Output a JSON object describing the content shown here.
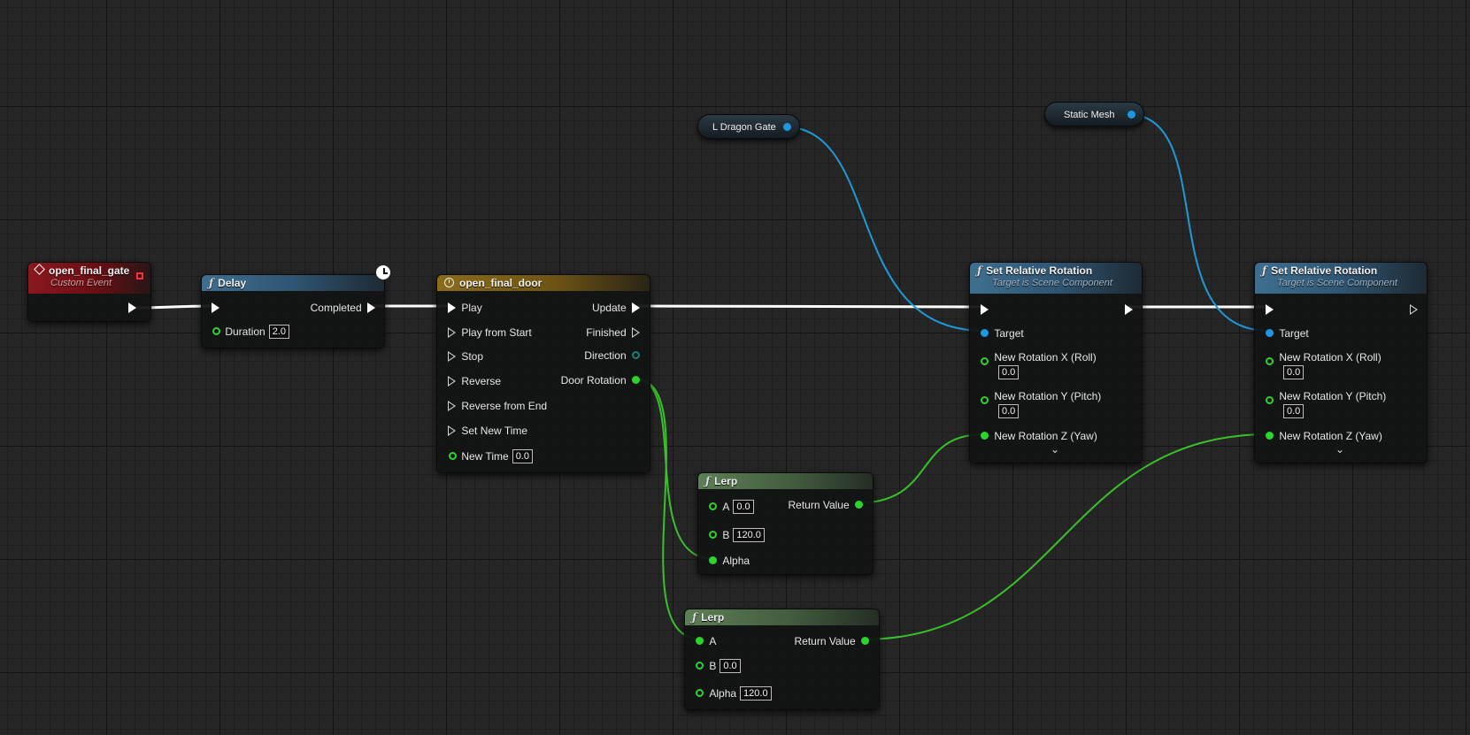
{
  "graph": {
    "colors": {
      "exec_wire": "#ffffff",
      "float_wire": "#38c22a",
      "object_wire": "#1d9ad9",
      "event_header": "#8a1820",
      "function_header": "#3f6f8f",
      "timeline_header": "#8a6c1a",
      "pure_function_header": "#5d7f55"
    },
    "custom_event": {
      "title": "open_final_gate",
      "subtitle": "Custom Event",
      "icon": "event-diamond-icon"
    },
    "delay": {
      "title": "Delay",
      "icon": "function-icon",
      "badge_icon": "clock-icon",
      "completed_label": "Completed",
      "duration_label": "Duration",
      "duration_value": "2.0"
    },
    "timeline": {
      "title": "open_final_door",
      "icon": "timeline-icon",
      "inputs": [
        "Play",
        "Play from Start",
        "Stop",
        "Reverse",
        "Reverse from End",
        "Set New Time"
      ],
      "new_time_label": "New Time",
      "new_time_value": "0.0",
      "outputs": {
        "update": "Update",
        "finished": "Finished",
        "direction": "Direction",
        "door_rotation": "Door Rotation"
      }
    },
    "variables": {
      "dragon_gate": "L Dragon Gate",
      "static_mesh": "Static Mesh"
    },
    "set_rotation_1": {
      "title": "Set Relative Rotation",
      "subtitle": "Target is Scene Component",
      "target_label": "Target",
      "x_label": "New Rotation X (Roll)",
      "x_value": "0.0",
      "y_label": "New Rotation Y (Pitch)",
      "y_value": "0.0",
      "z_label": "New Rotation Z (Yaw)",
      "expand_icon": "chevron-down-icon"
    },
    "set_rotation_2": {
      "title": "Set Relative Rotation",
      "subtitle": "Target is Scene Component",
      "target_label": "Target",
      "x_label": "New Rotation X (Roll)",
      "x_value": "0.0",
      "y_label": "New Rotation Y (Pitch)",
      "y_value": "0.0",
      "z_label": "New Rotation Z (Yaw)",
      "expand_icon": "chevron-down-icon"
    },
    "lerp_1": {
      "title": "Lerp",
      "a_label": "A",
      "a_value": "0.0",
      "b_label": "B",
      "b_value": "120.0",
      "alpha_label": "Alpha",
      "return_label": "Return Value"
    },
    "lerp_2": {
      "title": "Lerp",
      "a_label": "A",
      "b_label": "B",
      "b_value": "0.0",
      "alpha_label": "Alpha",
      "alpha_value": "120.0",
      "return_label": "Return Value"
    }
  }
}
